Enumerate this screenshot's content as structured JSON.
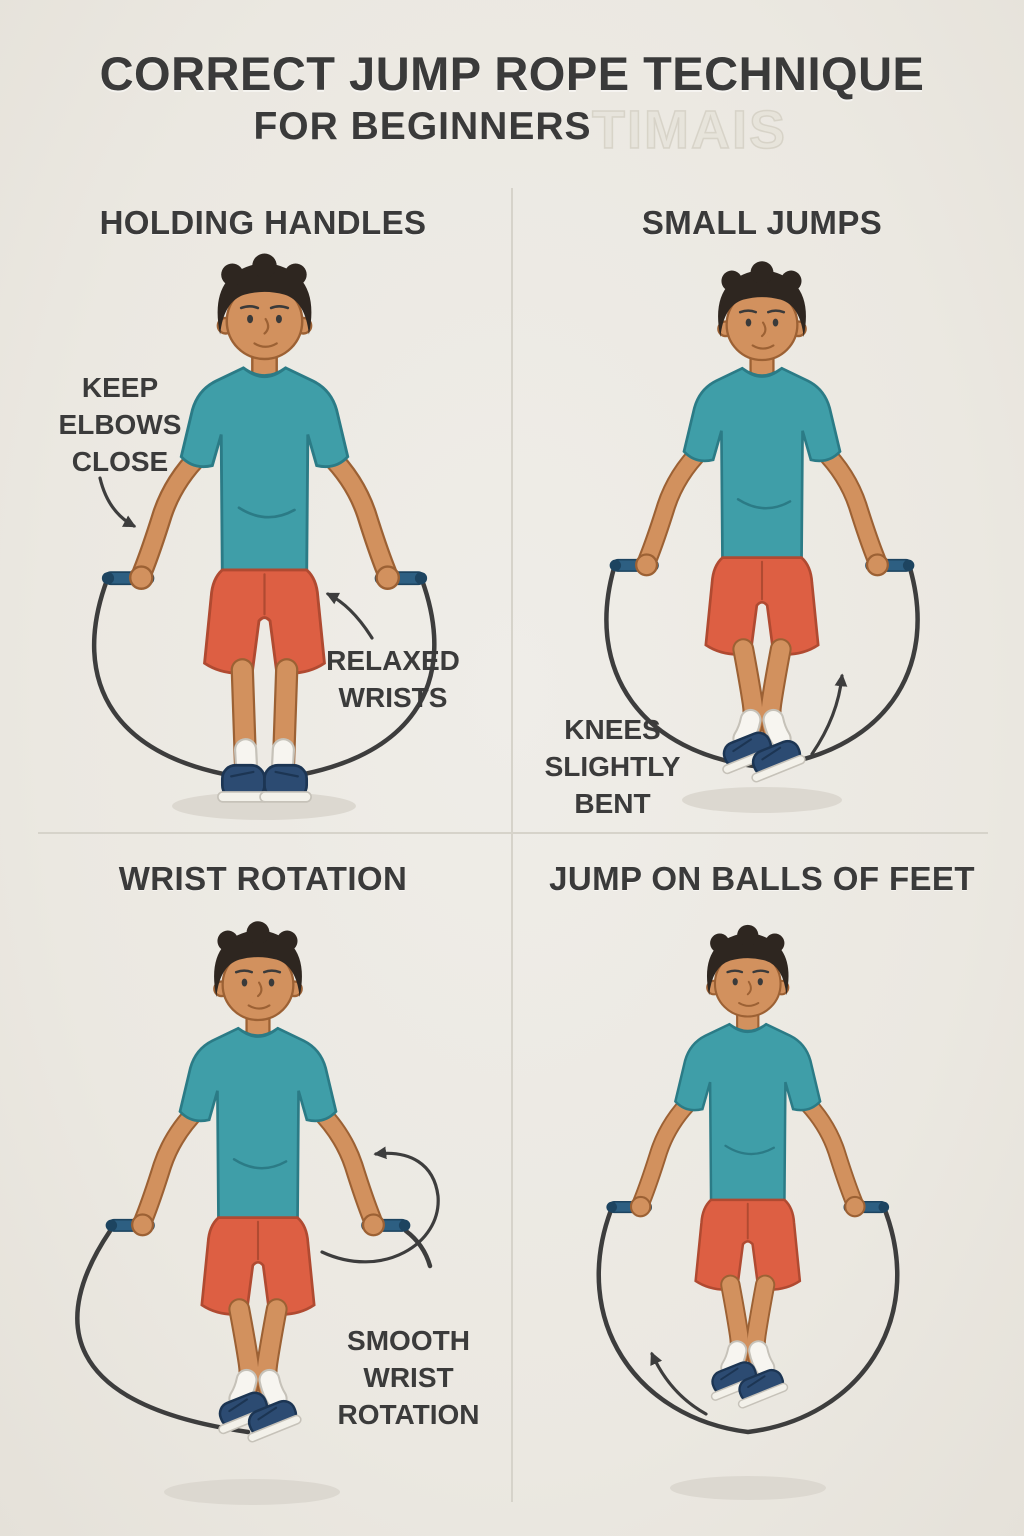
{
  "title": "CORRECT JUMP ROPE TECHNIQUE",
  "subtitle": "FOR BEGINNERS",
  "watermark": "TIMAIS",
  "panels": [
    {
      "heading": "HOLDING HANDLES",
      "annotations": [
        "KEEP\nELBOWS\nCLOSE",
        "RELAXED\nWRISTS"
      ]
    },
    {
      "heading": "SMALL JUMPS",
      "annotations": [
        "KNEES\nSLIGHTLY\nBENT"
      ]
    },
    {
      "heading": "WRIST ROTATION",
      "annotations": [
        "SMOOTH\nWRIST\nROTATION"
      ]
    },
    {
      "heading": "JUMP ON BALLS OF FEET",
      "annotations": []
    }
  ],
  "colors": {
    "bg": "#ebe8e1",
    "ink": "#3a3a3a",
    "divider": "#d6d3ca",
    "skin": "#d2915e",
    "skin_outline": "#9c6134",
    "hair": "#2e2620",
    "shirt": "#3f9ea8",
    "shirt_dark": "#2b7b86",
    "shorts": "#dd5f43",
    "shorts_dark": "#b04a31",
    "sock": "#f7f5f0",
    "sock_outline": "#c6c2b9",
    "shoe": "#2c4b72",
    "shoe_dark": "#1c3553",
    "sole": "#f3f1ea",
    "handle": "#2d5f82",
    "handle_dark": "#1d4460",
    "rope": "#3d3d3d",
    "shadow": "#dcd8d0"
  }
}
